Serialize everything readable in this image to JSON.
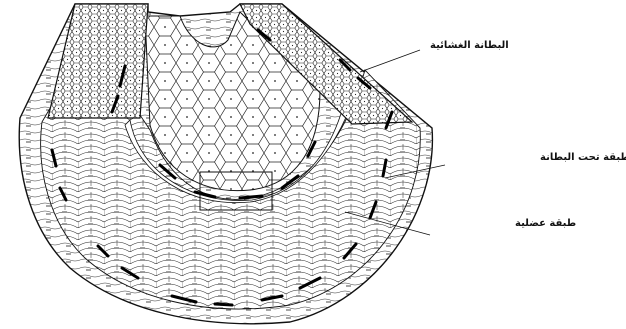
{
  "labels": {
    "mucosa": "البطانة الغشائية",
    "submucosa": "طبقة تحت البطانة",
    "muscular": "طبقة عضلية"
  },
  "colors": {
    "ink": "#111111",
    "paper": "#ffffff"
  }
}
